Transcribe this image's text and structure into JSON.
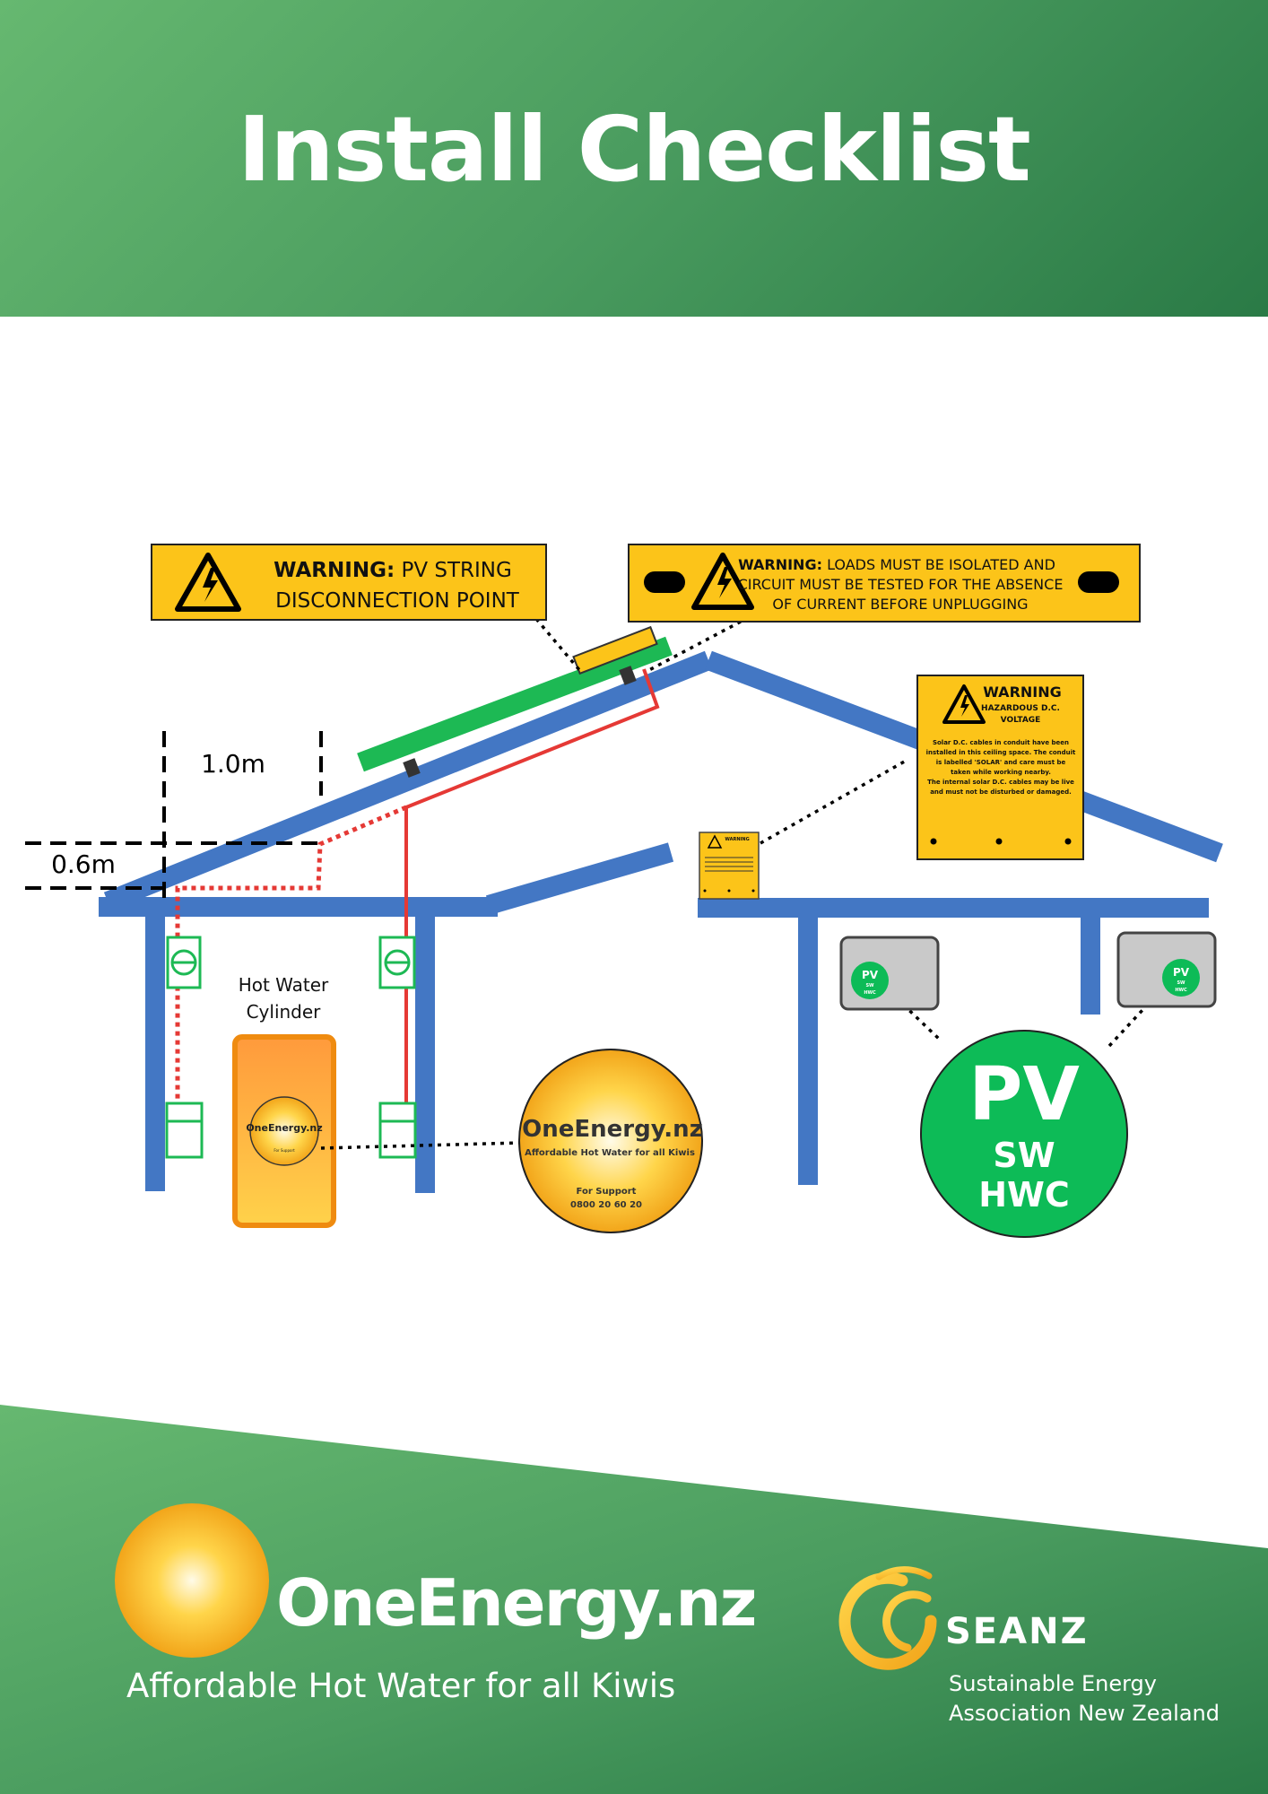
{
  "header": {
    "title": "Install Checklist"
  },
  "warnings": {
    "pv_string": {
      "bold": "WARNING:",
      "line1_rest": " PV STRING",
      "line2": "DISCONNECTION POINT"
    },
    "loads": {
      "bold": "WARNING:",
      "line1_rest": " LOADS MUST BE ISOLATED AND",
      "line2": "CIRCUIT MUST BE TESTED FOR THE ABSENCE",
      "line3": "OF CURRENT BEFORE UNPLUGGING"
    },
    "hazard": {
      "title": "WARNING",
      "subtitle1": "HAZARDOUS D.C.",
      "subtitle2": "VOLTAGE",
      "body": [
        "Solar D.C. cables in conduit have been",
        "installed in this ceiling space. The conduit",
        "is labelled 'SOLAR' and care must be",
        "taken while working nearby.",
        "The internal solar D.C. cables may be live",
        "and must not be disturbed or damaged."
      ]
    }
  },
  "dimensions": {
    "vertical": "1.0m",
    "horizontal": "0.6m"
  },
  "cylinder": {
    "label_line1": "Hot Water",
    "label_line2": "Cylinder"
  },
  "brand_badge": {
    "name": "OneEnergy.nz",
    "tagline": "Affordable Hot Water for all Kiwis",
    "support_label": "For Support",
    "support_phone": "0800 20 60 20"
  },
  "pv_badge": {
    "line1": "PV",
    "line2": "SW",
    "line3": "HWC"
  },
  "footer": {
    "brand_name": "OneEnergy.nz",
    "brand_tagline": "Affordable Hot Water for all Kiwis",
    "partner_name": "SEANZ",
    "partner_line1": "Sustainable Energy",
    "partner_line2": "Association New Zealand"
  },
  "colors": {
    "green_dark": "#2a7a46",
    "green_light": "#66b870",
    "house_blue": "#4377c4",
    "solar_green": "#1db954",
    "warning_yellow": "#fcc419",
    "cable_red": "#e53935",
    "pv_green": "#0dbb57"
  }
}
